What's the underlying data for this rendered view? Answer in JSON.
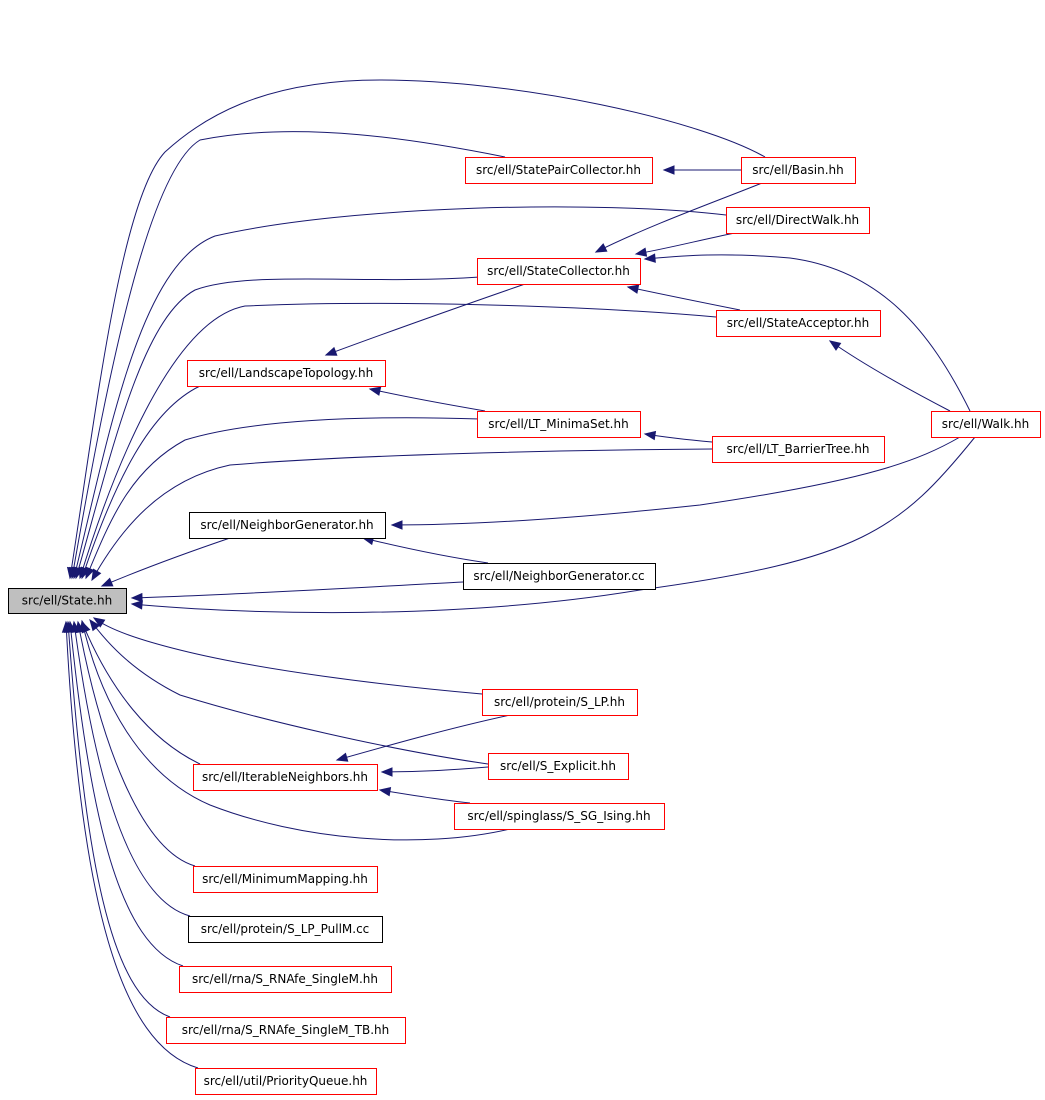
{
  "colors": {
    "edge": "#191970",
    "focus_fill": "#bfbfbf",
    "border_documented": "#ff0000",
    "border_plain": "#000000"
  },
  "nodes": {
    "state_hh": {
      "label": "src/ell/State.hh",
      "kind": "focus"
    },
    "state_pair_coll": {
      "label": "src/ell/StatePairCollector.hh",
      "kind": "documented"
    },
    "basin": {
      "label": "src/ell/Basin.hh",
      "kind": "documented"
    },
    "direct_walk": {
      "label": "src/ell/DirectWalk.hh",
      "kind": "documented"
    },
    "state_collector": {
      "label": "src/ell/StateCollector.hh",
      "kind": "documented"
    },
    "state_acceptor": {
      "label": "src/ell/StateAcceptor.hh",
      "kind": "documented"
    },
    "landscape_topology": {
      "label": "src/ell/LandscapeTopology.hh",
      "kind": "documented"
    },
    "walk": {
      "label": "src/ell/Walk.hh",
      "kind": "documented"
    },
    "lt_minimaset": {
      "label": "src/ell/LT_MinimaSet.hh",
      "kind": "documented"
    },
    "lt_barriertree": {
      "label": "src/ell/LT_BarrierTree.hh",
      "kind": "documented"
    },
    "neighbor_gen_hh": {
      "label": "src/ell/NeighborGenerator.hh",
      "kind": "plain"
    },
    "neighbor_gen_cc": {
      "label": "src/ell/NeighborGenerator.cc",
      "kind": "plain"
    },
    "s_lp": {
      "label": "src/ell/protein/S_LP.hh",
      "kind": "documented"
    },
    "iterable_neighbors": {
      "label": "src/ell/IterableNeighbors.hh",
      "kind": "documented"
    },
    "s_explicit": {
      "label": "src/ell/S_Explicit.hh",
      "kind": "documented"
    },
    "s_sg_ising": {
      "label": "src/ell/spinglass/S_SG_Ising.hh",
      "kind": "documented"
    },
    "minimum_mapping": {
      "label": "src/ell/MinimumMapping.hh",
      "kind": "documented"
    },
    "s_lp_pullm": {
      "label": "src/ell/protein/S_LP_PullM.cc",
      "kind": "plain"
    },
    "s_rnafe_singlem": {
      "label": "src/ell/rna/S_RNAfe_SingleM.hh",
      "kind": "documented"
    },
    "s_rnafe_singlem_tb": {
      "label": "src/ell/rna/S_RNAfe_SingleM_TB.hh",
      "kind": "documented"
    },
    "priority_queue": {
      "label": "src/ell/util/PriorityQueue.hh",
      "kind": "documented"
    }
  },
  "edges": [
    {
      "from": "basin",
      "to": "state_hh"
    },
    {
      "from": "basin",
      "to": "state_pair_coll"
    },
    {
      "from": "basin",
      "to": "state_collector"
    },
    {
      "from": "state_pair_coll",
      "to": "state_hh"
    },
    {
      "from": "direct_walk",
      "to": "state_hh"
    },
    {
      "from": "direct_walk",
      "to": "state_collector"
    },
    {
      "from": "state_collector",
      "to": "state_hh"
    },
    {
      "from": "state_collector",
      "to": "landscape_topology"
    },
    {
      "from": "state_acceptor",
      "to": "state_hh"
    },
    {
      "from": "state_acceptor",
      "to": "state_collector"
    },
    {
      "from": "walk",
      "to": "state_collector"
    },
    {
      "from": "walk",
      "to": "state_acceptor"
    },
    {
      "from": "walk",
      "to": "neighbor_gen_hh"
    },
    {
      "from": "walk",
      "to": "state_hh"
    },
    {
      "from": "landscape_topology",
      "to": "state_hh"
    },
    {
      "from": "lt_minimaset",
      "to": "landscape_topology"
    },
    {
      "from": "lt_minimaset",
      "to": "state_hh"
    },
    {
      "from": "lt_barriertree",
      "to": "lt_minimaset"
    },
    {
      "from": "lt_barriertree",
      "to": "state_hh"
    },
    {
      "from": "neighbor_gen_hh",
      "to": "state_hh"
    },
    {
      "from": "neighbor_gen_cc",
      "to": "neighbor_gen_hh"
    },
    {
      "from": "neighbor_gen_cc",
      "to": "state_hh"
    },
    {
      "from": "s_lp",
      "to": "state_hh"
    },
    {
      "from": "s_lp",
      "to": "iterable_neighbors"
    },
    {
      "from": "s_explicit",
      "to": "state_hh"
    },
    {
      "from": "s_explicit",
      "to": "iterable_neighbors"
    },
    {
      "from": "s_sg_ising",
      "to": "iterable_neighbors"
    },
    {
      "from": "s_sg_ising",
      "to": "state_hh"
    },
    {
      "from": "iterable_neighbors",
      "to": "state_hh"
    },
    {
      "from": "minimum_mapping",
      "to": "state_hh"
    },
    {
      "from": "s_lp_pullm",
      "to": "state_hh"
    },
    {
      "from": "s_rnafe_singlem",
      "to": "state_hh"
    },
    {
      "from": "s_rnafe_singlem_tb",
      "to": "state_hh"
    },
    {
      "from": "priority_queue",
      "to": "state_hh"
    }
  ]
}
